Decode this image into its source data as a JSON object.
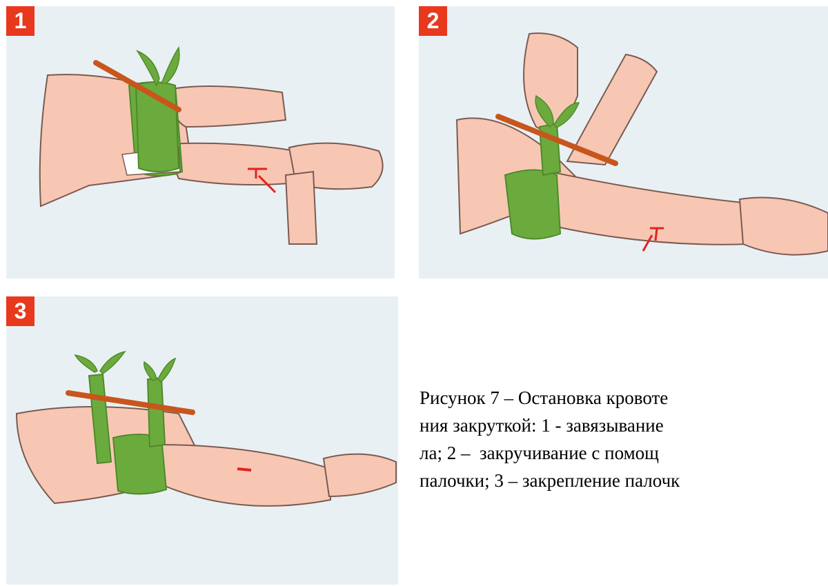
{
  "colors": {
    "panel_background": "#e8f0f4",
    "badge": "#e8391e",
    "skin": "#f7c7b4",
    "skin_outline": "#7a5a50",
    "bandage": "#6bab3d",
    "bandage_dark": "#4f8a2a",
    "stick": "#c8561c",
    "wound": "#e3221b"
  },
  "panels": [
    {
      "number": "1",
      "depicts": [
        "arm-illustration",
        "tourniquet-bandage",
        "wooden-stick",
        "helper-hand",
        "wound-mark"
      ]
    },
    {
      "number": "2",
      "depicts": [
        "arm-illustration",
        "tourniquet-bandage",
        "wooden-stick",
        "helper-hands",
        "wound-mark"
      ]
    },
    {
      "number": "3",
      "depicts": [
        "arm-illustration",
        "tourniquet-bandage",
        "wooden-stick",
        "second-bandage",
        "wound-mark"
      ]
    }
  ],
  "caption": {
    "lines": [
      "Рисунок 7 – Остановка кровоте",
      "ния закруткой: 1 - завязывание",
      "ла; 2 –  закручивание с помощ",
      "палочки; 3 – закрепление палочк"
    ]
  }
}
